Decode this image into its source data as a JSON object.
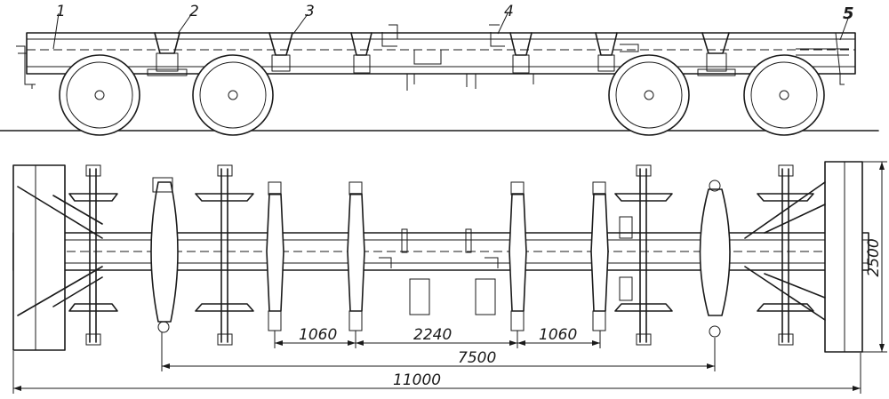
{
  "part_labels": [
    "1",
    "2",
    "3",
    "4",
    "5"
  ],
  "dimensions": {
    "d1": "1060",
    "d2": "2240",
    "d3": "1060",
    "d4": "7500",
    "d5": "11000",
    "width": "2500"
  }
}
